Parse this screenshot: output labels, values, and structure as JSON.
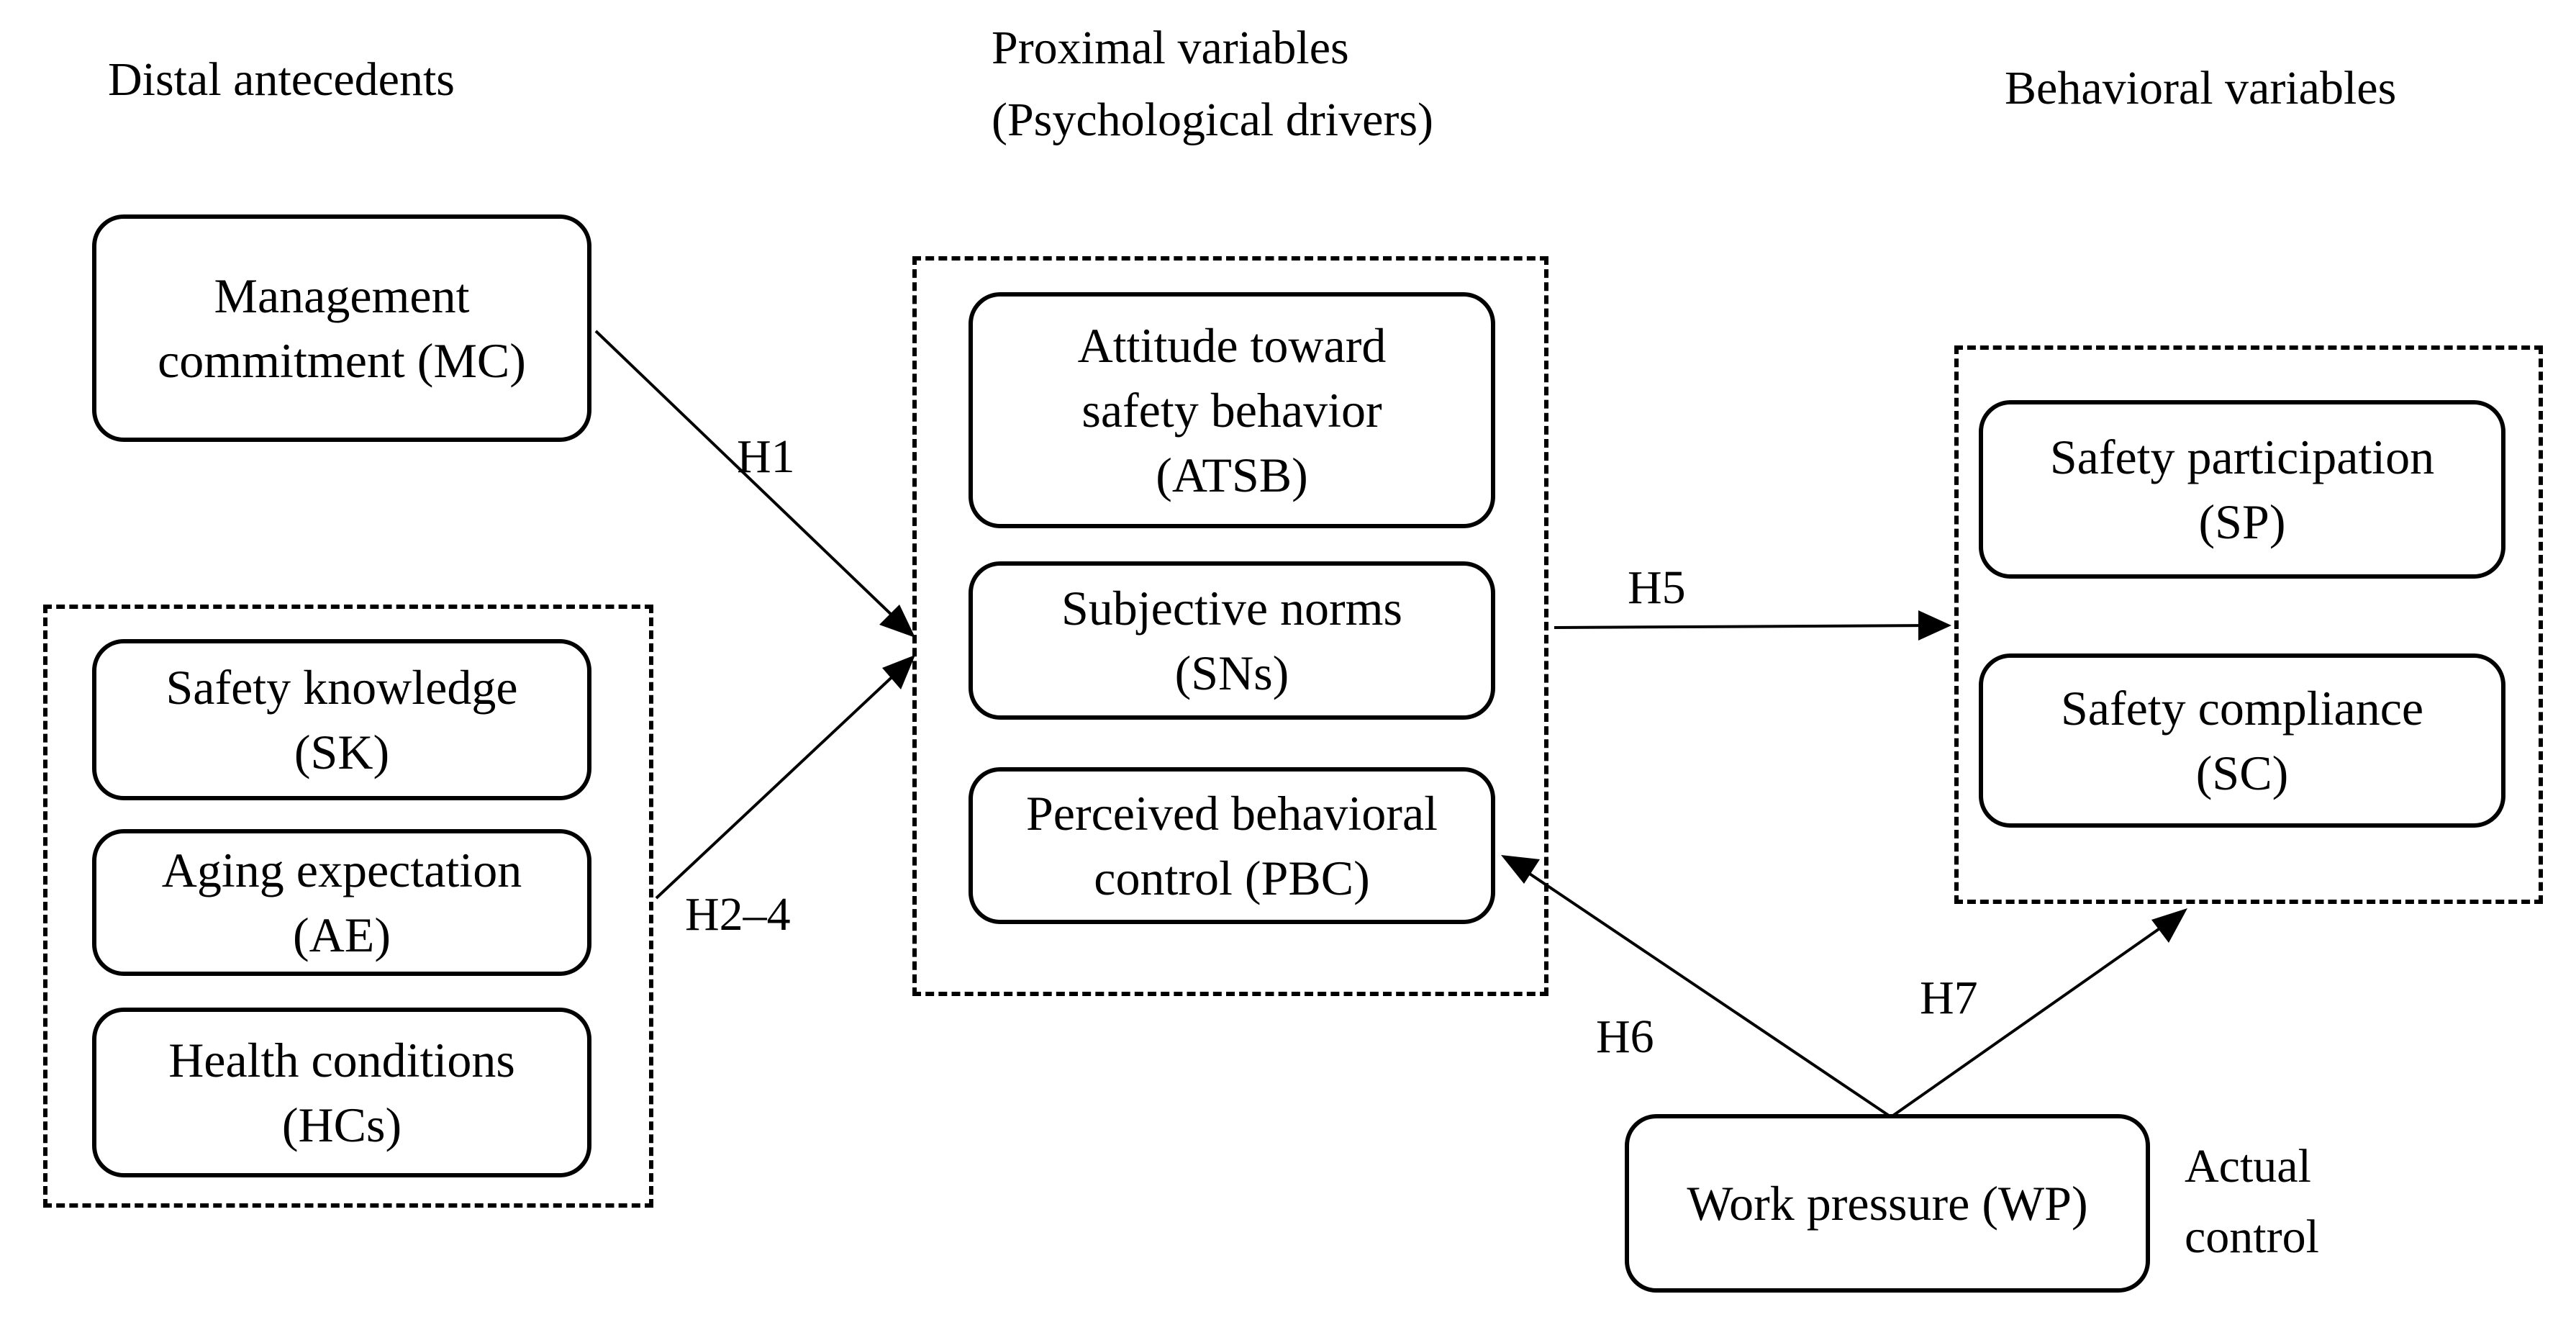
{
  "headings": {
    "distal": "Distal antecedents",
    "proximal_line1": "Proximal variables",
    "proximal_line2": "(Psychological drivers)",
    "behavioral": "Behavioral variables",
    "actual_line1": "Actual",
    "actual_line2": "control"
  },
  "boxes": {
    "mc_line1": "Management",
    "mc_line2": "commitment (MC)",
    "sk_line1": "Safety knowledge",
    "sk_line2": "(SK)",
    "ae_line1": "Aging expectation",
    "ae_line2": "(AE)",
    "hc_line1": "Health conditions",
    "hc_line2": "(HCs)",
    "atsb_line1": "Attitude toward",
    "atsb_line2": "safety behavior",
    "atsb_line3": "(ATSB)",
    "sn_line1": "Subjective norms",
    "sn_line2": "(SNs)",
    "pbc_line1": "Perceived behavioral",
    "pbc_line2": "control (PBC)",
    "sp_line1": "Safety participation",
    "sp_line2": "(SP)",
    "sc_line1": "Safety compliance",
    "sc_line2": "(SC)",
    "wp": "Work pressure (WP)"
  },
  "hypotheses": {
    "h1": "H1",
    "h2_4": "H2–4",
    "h5": "H5",
    "h6": "H6",
    "h7": "H7"
  }
}
